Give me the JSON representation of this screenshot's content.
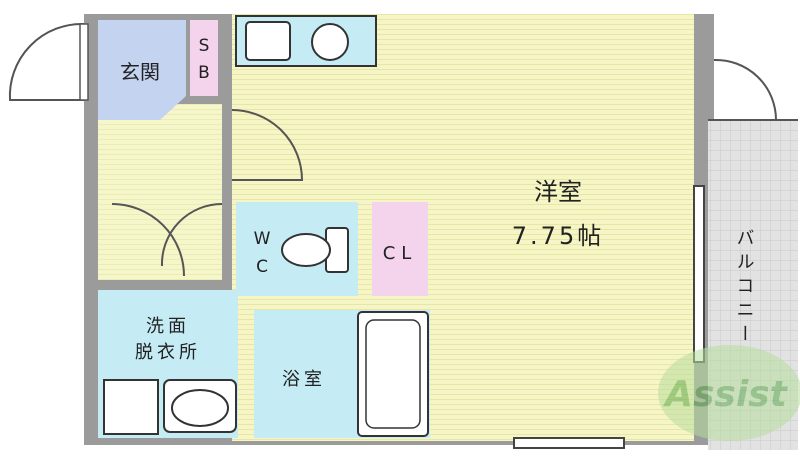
{
  "rooms": {
    "entrance": "玄関",
    "shoe_box": {
      "line1": "S",
      "line2": "B"
    },
    "western_room": {
      "name": "洋室",
      "size": "7.75帖"
    },
    "toilet": {
      "line1": "W",
      "line2": "C"
    },
    "closet": "CL",
    "washroom": {
      "line1": "洗面",
      "line2": "脱衣所"
    },
    "bathroom": "浴室",
    "balcony": "バルコニー"
  },
  "watermark": "Assist",
  "colors": {
    "wall": "#9b9b9b",
    "western_floor": "#f5f5c6",
    "entrance_floor": "#c4d3f0",
    "wet_area_floor": "#c5ecf4",
    "closet_floor": "#f4d3ec",
    "balcony_floor": "#e2e2e2",
    "corridor_floor": "#f7f7d8",
    "fixture_outline": "#333333"
  }
}
